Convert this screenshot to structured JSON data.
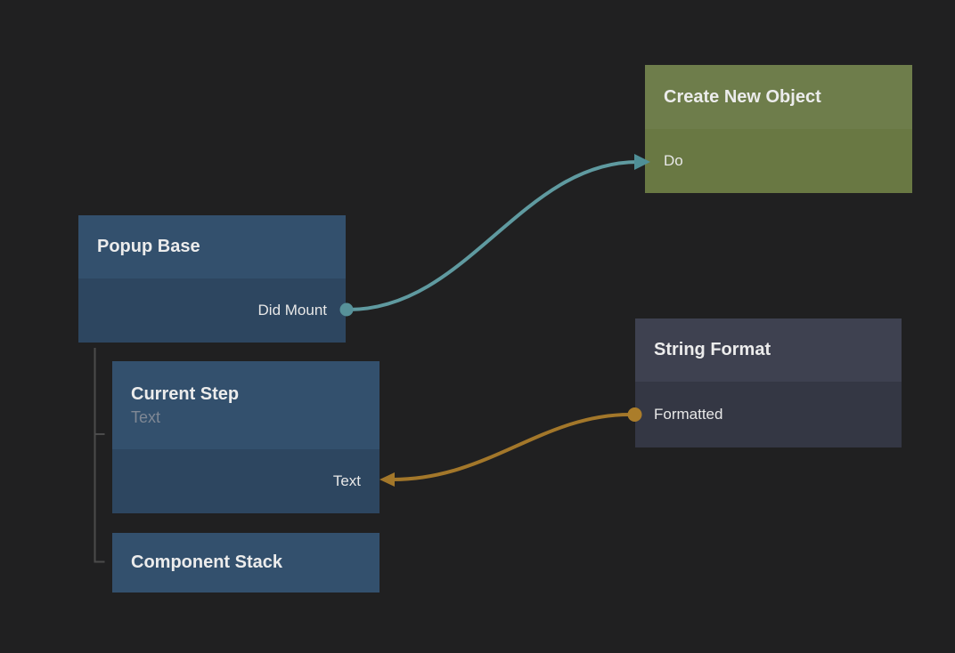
{
  "canvas": {
    "background": "#202021"
  },
  "palette": {
    "signal_wire": "#5f9aa0",
    "signal_dot": "#579199",
    "signal_arrow": "#4f8f97",
    "data_wire": "#a3772a",
    "data_dot": "#ab7d2a",
    "data_arrow": "#a3772a",
    "hierarchy_line": "#4b4b4b",
    "node_blue_header": "#33506d",
    "node_blue_body": "#2d4660",
    "node_gray_header": "#3e4150",
    "node_gray_body": "#343744",
    "node_green_header": "#6e7d4b",
    "node_green_body": "#697843",
    "title_text": "#ececec",
    "port_text": "#e8e8e8",
    "subtitle_text": "#7f8895"
  },
  "nodes": {
    "popup_base": {
      "title": "Popup Base",
      "outputs": [
        {
          "label": "Did Mount"
        }
      ]
    },
    "create_new_object": {
      "title": "Create New Object",
      "inputs": [
        {
          "label": "Do"
        }
      ]
    },
    "string_format": {
      "title": "String Format",
      "outputs": [
        {
          "label": "Formatted"
        }
      ]
    },
    "current_step": {
      "title": "Current Step",
      "subtitle": "Text",
      "inputs": [
        {
          "label": "Text"
        }
      ]
    },
    "component_stack": {
      "title": "Component Stack"
    }
  },
  "connections": [
    {
      "from": "Popup Base / Did Mount",
      "to": "Create New Object / Do",
      "type": "signal",
      "color": "#5f9aa0"
    },
    {
      "from": "String Format / Formatted",
      "to": "Current Step / Text",
      "type": "data",
      "color": "#a3772a"
    }
  ],
  "hierarchy": {
    "parent": "Popup Base",
    "children": [
      "Current Step",
      "Component Stack"
    ]
  }
}
